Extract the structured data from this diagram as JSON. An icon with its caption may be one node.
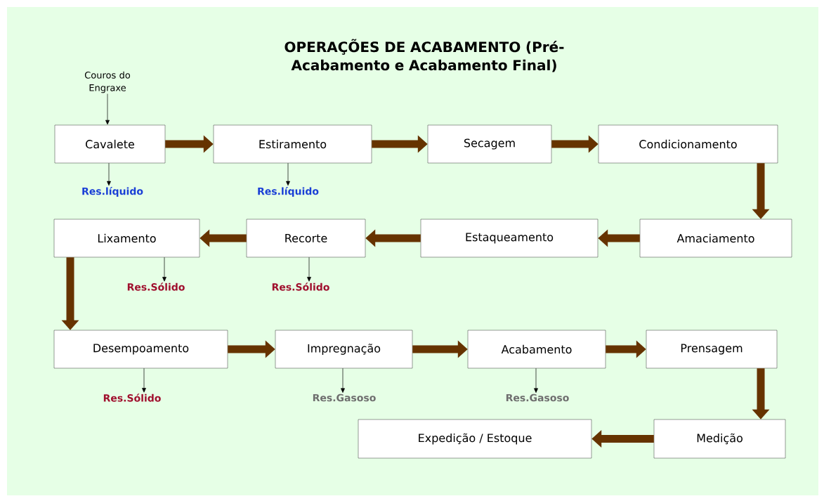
{
  "diagram": {
    "title": "OPERAÇÕES DE ACABAMENTO (Pré-Acabamento e Acabamento Final)",
    "nodes": [
      {
        "text": [
          "Couros do Engraxe"
        ]
      },
      {
        "text": [
          "Cavalete"
        ]
      },
      {
        "text": [
          "Estiramento"
        ]
      },
      {
        "text": [
          "Secagem"
        ]
      },
      {
        "text": [
          "Condicionamento"
        ]
      },
      {
        "text": [
          "Res.líquido"
        ]
      },
      {
        "text": [
          "Res.líquido"
        ]
      },
      {
        "text": [
          "Amaciamento"
        ]
      },
      {
        "text": [
          "Estaqueamento"
        ]
      },
      {
        "text": [
          "Recorte"
        ]
      },
      {
        "text": [
          "Lixamento"
        ]
      },
      {
        "text": [
          "Res.Sólido"
        ]
      },
      {
        "text": [
          "Res.Sólido"
        ]
      },
      {
        "text": [
          "Desempoamento"
        ]
      },
      {
        "text": [
          "Impregnação"
        ]
      },
      {
        "text": [
          "Acabamento"
        ]
      },
      {
        "text": [
          "Prensagem"
        ]
      },
      {
        "text": [
          "Res.Sólido"
        ]
      },
      {
        "text": [
          "Res.Gasoso"
        ]
      },
      {
        "text": [
          "Res.Gasoso"
        ]
      },
      {
        "text": [
          "Medição"
        ]
      },
      {
        "text": [
          "Expedição / Estoque"
        ]
      }
    ],
    "edges": [
      {
        "from": 0,
        "to": 1,
        "arrow": "to",
        "color": "#000000"
      },
      {
        "from": 1,
        "to": 2,
        "arrow": "to"
      },
      {
        "from": 2,
        "to": 3,
        "arrow": "to"
      },
      {
        "from": 3,
        "to": 4,
        "arrow": "to"
      },
      {
        "from": 1,
        "to": 5,
        "arrow": "to",
        "color": "#000000"
      },
      {
        "from": 2,
        "to": 6,
        "arrow": "to",
        "color": "#000000"
      },
      {
        "from": 4,
        "to": 7,
        "arrow": "to"
      },
      {
        "from": 7,
        "to": 8,
        "arrow": "to"
      },
      {
        "from": 8,
        "to": 9,
        "arrow": "to"
      },
      {
        "from": 9,
        "to": 10,
        "arrow": "to"
      },
      {
        "from": 10,
        "to": 11,
        "arrow": "to",
        "color": "#000000"
      },
      {
        "from": 9,
        "to": 12,
        "arrow": "to",
        "color": "#000000"
      },
      {
        "from": 10,
        "to": 13,
        "arrow": "to"
      },
      {
        "from": 13,
        "to": 14,
        "arrow": "to"
      },
      {
        "from": 14,
        "to": 15,
        "arrow": "to"
      },
      {
        "from": 15,
        "to": 16,
        "arrow": "to"
      },
      {
        "from": 13,
        "to": 17,
        "arrow": "to",
        "color": "#000000"
      },
      {
        "from": 14,
        "to": 18,
        "arrow": "to",
        "color": "#000000"
      },
      {
        "from": 15,
        "to": 19,
        "arrow": "to",
        "color": "#000000"
      },
      {
        "from": 16,
        "to": 20,
        "arrow": "to"
      },
      {
        "from": 20,
        "to": 21,
        "arrow": "to"
      }
    ]
  }
}
